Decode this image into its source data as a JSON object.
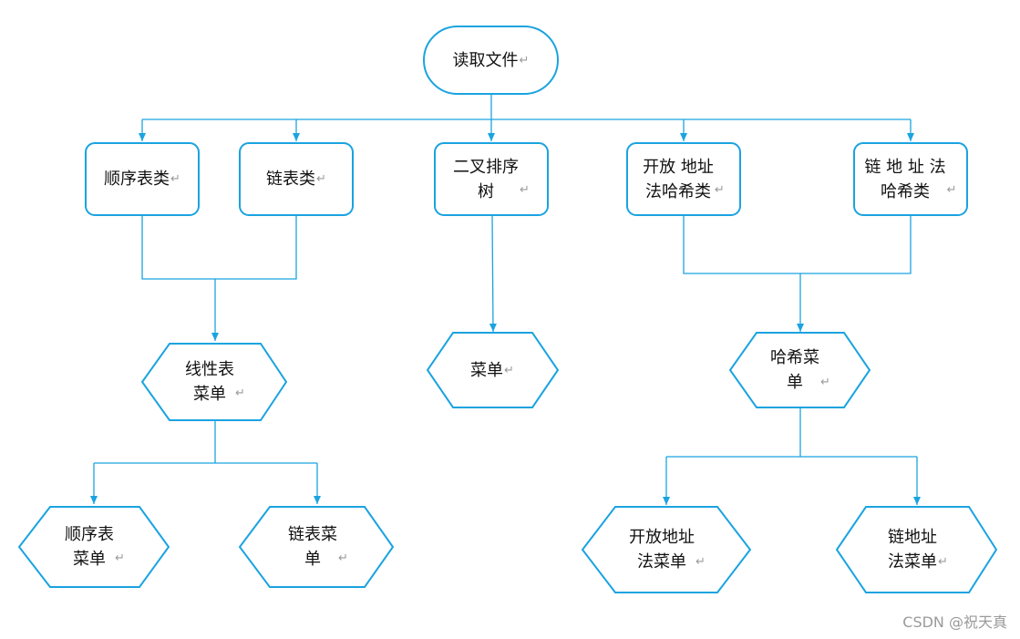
{
  "diagram": {
    "start": "读取文件",
    "classes": {
      "seq": "顺序表类",
      "link": "链表类",
      "bst": "二叉排序\n树",
      "open_addr": "开放 地址\n法哈希类",
      "chain_addr": "链 地 址 法\n哈希类"
    },
    "menus": {
      "linear": "线性表\n菜单",
      "main": "菜单",
      "hash": "哈希菜\n单",
      "seq": "顺序表\n菜单",
      "link": "链表菜\n单",
      "open_addr": "开放地址\n法菜单",
      "chain_addr": "链地址\n法菜单"
    },
    "return_mark": "↵"
  },
  "watermark": "CSDN @祝天真",
  "colors": {
    "stroke": "#1aa3e0",
    "arrow": "#1aa3e0",
    "text": "#111111"
  }
}
